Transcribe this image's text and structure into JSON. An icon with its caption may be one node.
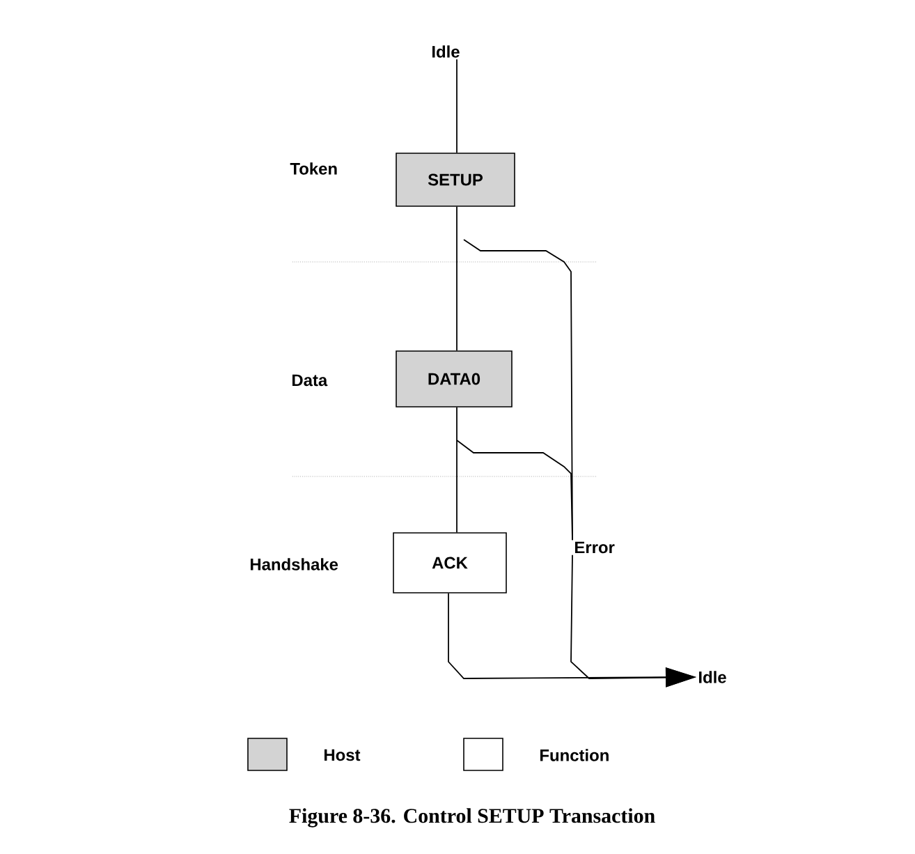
{
  "diagram": {
    "caption": "Figure 8-36.  Control SETUP Transaction",
    "nodes": [
      {
        "text": [
          "Idle"
        ]
      },
      {
        "text": [
          "SETUP"
        ]
      },
      {
        "text": [
          "DATA0"
        ]
      },
      {
        "text": [
          "ACK"
        ]
      },
      {
        "text": [
          "Error"
        ]
      },
      {
        "text": [
          "Idle"
        ]
      }
    ],
    "edges": [
      {
        "from": 0,
        "to": 1,
        "arrow": "none"
      },
      {
        "from": 1,
        "to": 2,
        "arrow": "none"
      },
      {
        "from": 2,
        "to": 3,
        "arrow": "none"
      },
      {
        "from": 1,
        "to": 4,
        "arrow": "none"
      },
      {
        "from": 2,
        "to": 4,
        "arrow": "none"
      },
      {
        "from": 3,
        "to": 5,
        "arrow": "to"
      },
      {
        "from": 4,
        "to": 5,
        "arrow": "to"
      }
    ],
    "labels": [
      "Token",
      "Data",
      "Handshake"
    ],
    "legend": [
      {
        "text": "Host",
        "color": "#d3d3d3"
      },
      {
        "text": "Function"
      }
    ]
  }
}
